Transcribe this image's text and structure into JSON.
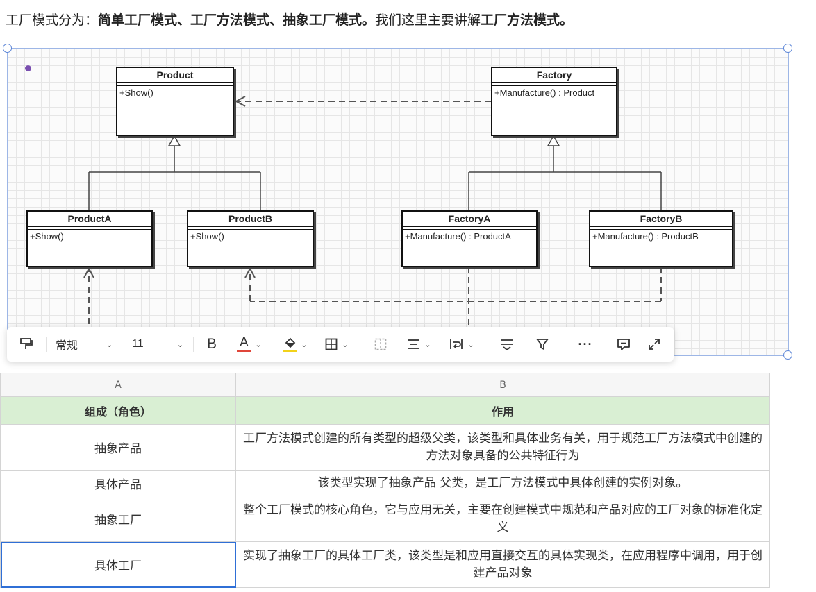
{
  "intro": {
    "prefix": "工厂模式分为：",
    "types": "简单工厂模式、工厂方法模式、抽象工厂模式。",
    "middle": "我们这里主要讲解",
    "focus": "工厂方法模式。"
  },
  "diagram": {
    "classes": [
      {
        "name": "Product",
        "operation": "+Show()"
      },
      {
        "name": "Factory",
        "operation": "+Manufacture() : Product"
      },
      {
        "name": "ProductA",
        "operation": "+Show()"
      },
      {
        "name": "ProductB",
        "operation": "+Show()"
      },
      {
        "name": "FactoryA",
        "operation": "+Manufacture() : ProductA"
      },
      {
        "name": "FactoryB",
        "operation": "+Manufacture() : ProductB"
      }
    ]
  },
  "toolbar": {
    "format_painter_icon": "paint-brush-icon",
    "style_select": "常规",
    "font_size": "11",
    "bold_label": "B",
    "font_color_label": "A",
    "font_color": "#e0463a",
    "fill_color": "#f2d21b",
    "more_label": "···"
  },
  "sheet": {
    "columns": [
      "A",
      "B"
    ],
    "header": {
      "role": "组成（角色）",
      "function": "作用"
    },
    "header_color": "#d9efd3",
    "rows": [
      {
        "role": "抽象产品",
        "desc": "工厂方法模式创建的所有类型的超级父类，该类型和具体业务有关，用于规范工厂方法模式中创建的方法对象具备的公共特征行为"
      },
      {
        "role": "具体产品",
        "desc": "该类型实现了抽象产品 父类，是工厂方法模式中具体创建的实例对象。"
      },
      {
        "role": "抽象工厂",
        "desc": "整个工厂模式的核心角色，它与应用无关，主要在创建模式中规范和产品对应的工厂对象的标准化定义"
      },
      {
        "role": "具体工厂",
        "desc": "实现了抽象工厂的具体工厂类，该类型是和应用直接交互的具体实现类，在应用程序中调用，用于创建产品对象"
      }
    ]
  }
}
